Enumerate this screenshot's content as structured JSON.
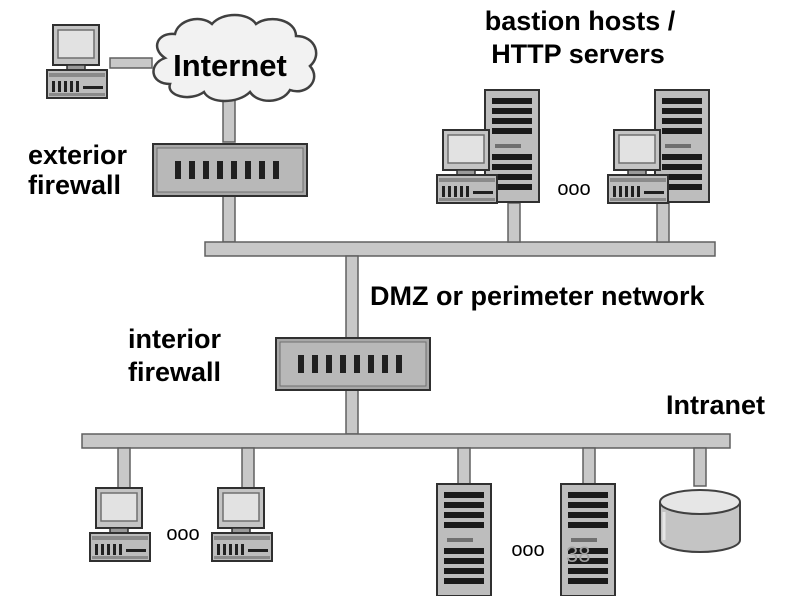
{
  "labels": {
    "internet": "Internet",
    "bastion_line1": "bastion hosts /",
    "bastion_line2": "HTTP servers",
    "exterior_line1": "exterior",
    "exterior_line2": "firewall",
    "dmz": "DMZ or perimeter network",
    "interior_line1": "interior",
    "interior_line2": "firewall",
    "intranet": "Intranet",
    "ellipsis": "ooo",
    "page_number": "38"
  },
  "icons": {
    "workstation": "workstation-icon",
    "server": "server-tower-icon",
    "firewall": "firewall-icon",
    "cloud": "internet-cloud-icon",
    "database": "database-icon"
  },
  "colors": {
    "cable": "#c8c8c8",
    "cable_edge": "#606060",
    "device_fill": "#bdbdbd",
    "screen_fill": "#d8d8d8",
    "text": "#000000",
    "page_number": "#a0a0a0"
  }
}
